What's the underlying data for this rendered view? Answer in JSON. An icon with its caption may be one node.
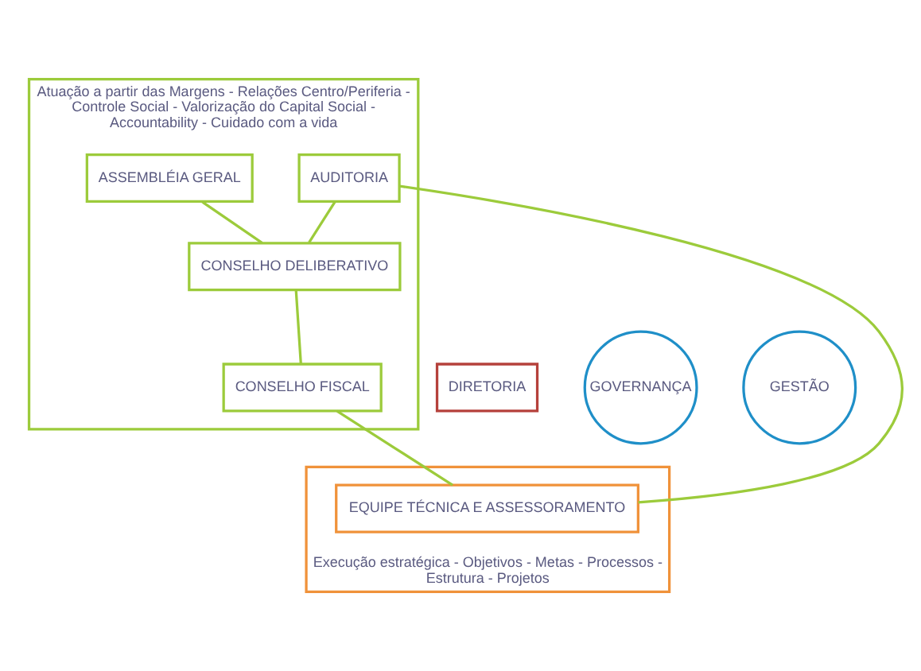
{
  "diagram": {
    "nodes": [
      {
        "text": [
          "Atuação a partir das Margens - Relações Centro/Periferia - Controle Social - Valorização do Capital Social - Accountability - Cuidado com a vida"
        ]
      },
      {
        "text": [
          "ASSEMBLÉIA GERAL"
        ],
        "in": 0
      },
      {
        "text": [
          "AUDITORIA"
        ],
        "in": 0
      },
      {
        "text": [
          "CONSELHO DELIBERATIVO"
        ],
        "in": 0
      },
      {
        "text": [
          "CONSELHO FISCAL"
        ],
        "in": 0
      },
      {
        "text": [
          "GOVERNANÇA"
        ]
      },
      {
        "text": [
          "DIRETORIA"
        ]
      },
      {
        "text": [
          "GESTÃO"
        ]
      },
      {
        "text": [
          "Execução estratégica - Objetivos - Metas - Processos - Estrutura - Projetos"
        ]
      },
      {
        "text": [
          "EQUIPE TÉCNICA E ASSESSORAMENTO"
        ],
        "in": 8
      }
    ],
    "edges": [
      {
        "from": 1,
        "to": 3,
        "arrow": "none"
      },
      {
        "from": 2,
        "to": 3,
        "arrow": "none"
      },
      {
        "from": 3,
        "to": 4,
        "arrow": "none"
      },
      {
        "from": 2,
        "to": 9,
        "arrow": "none"
      },
      {
        "from": 4,
        "to": 9,
        "arrow": "none"
      }
    ]
  }
}
